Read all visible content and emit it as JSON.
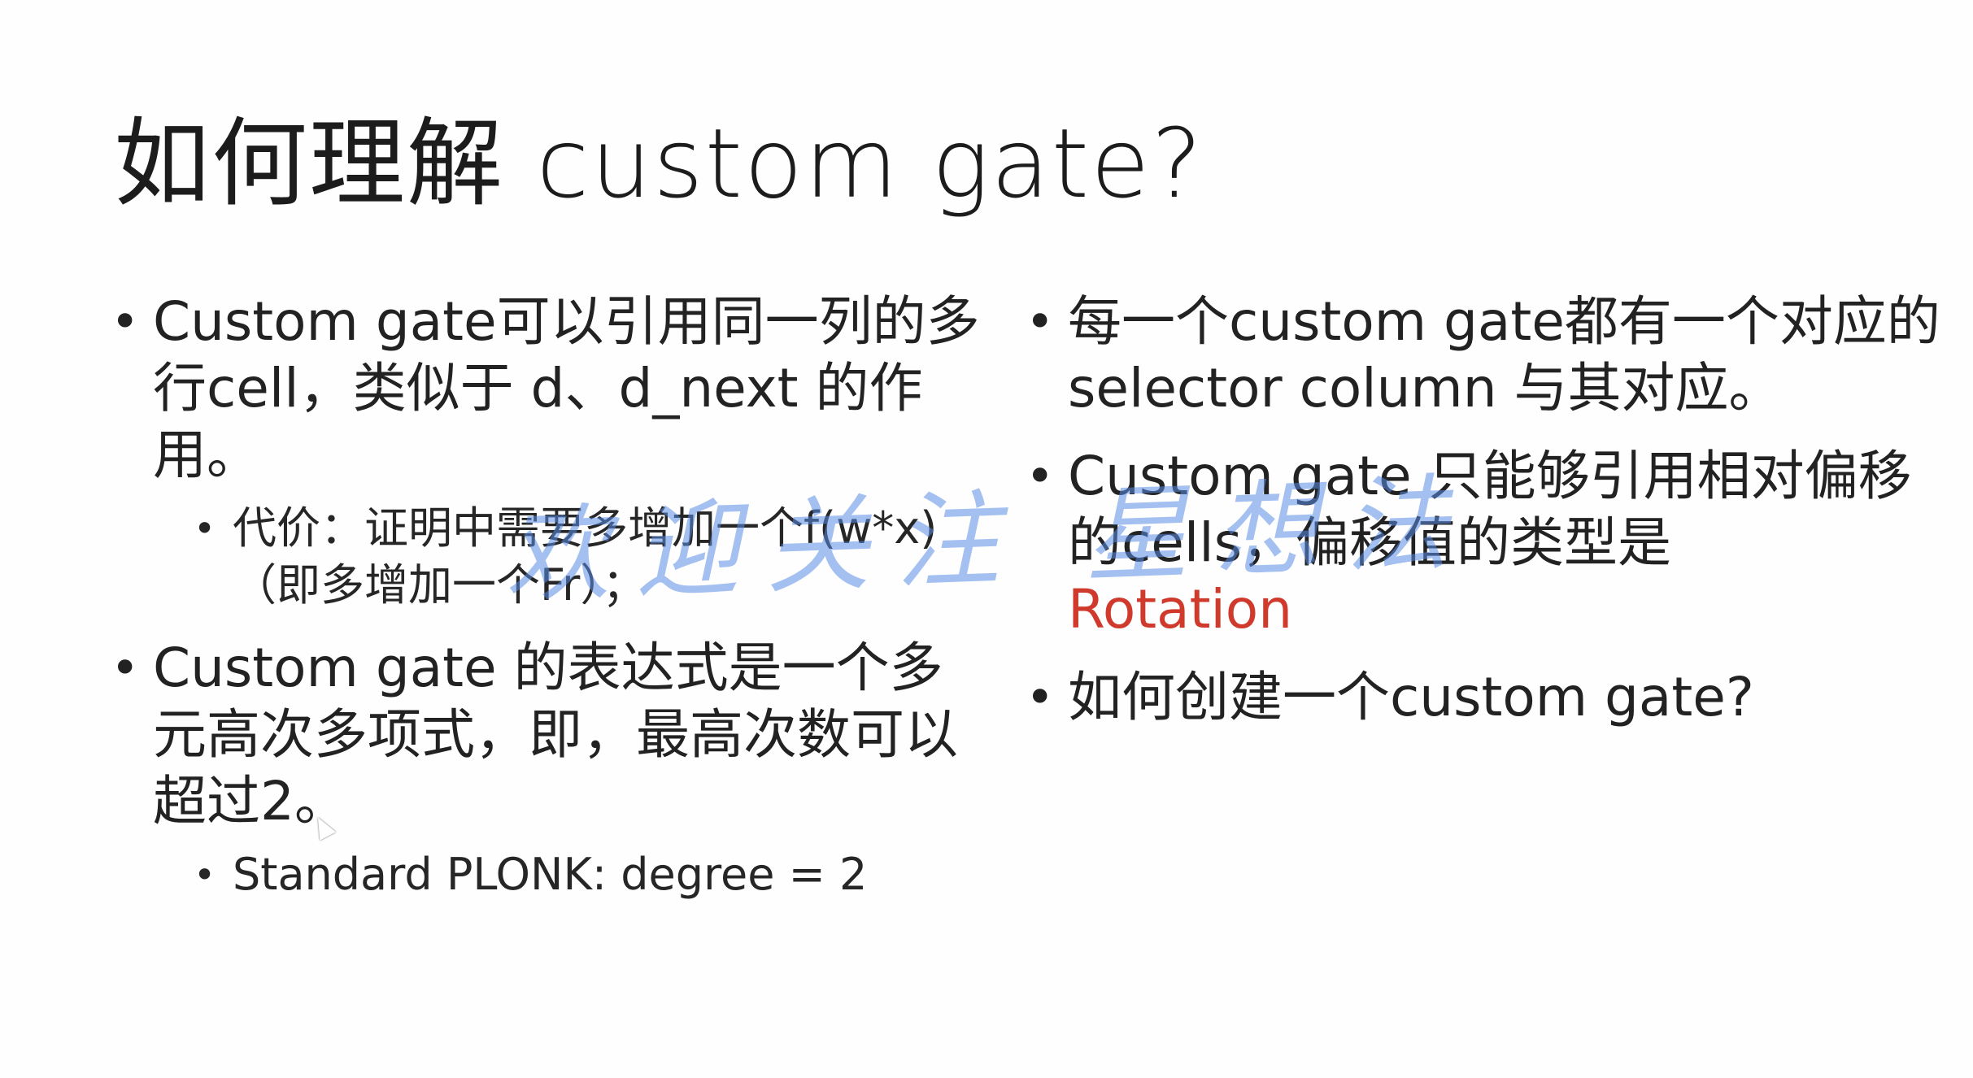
{
  "slide": {
    "title": "如何理解 custom gate?",
    "left_column": [
      {
        "text": "Custom gate可以引用同一列的多行cell，类似于 d、d_next 的作用。",
        "sub": [
          "代价：证明中需要多增加一个f(w*x)（即多增加一个Fr）；"
        ]
      },
      {
        "text": "Custom gate 的表达式是一个多元高次多项式，即，最高次数可以超过2。",
        "sub": [
          "Standard PLONK: degree = 2"
        ]
      }
    ],
    "right_column": [
      {
        "text": "每一个custom gate都有一个对应的 selector column 与其对应。"
      },
      {
        "text": "Custom gate 只能够引用相对偏移的cells，偏移值的类型是",
        "highlight": "Rotation"
      },
      {
        "text": "如何创建一个custom gate?"
      }
    ],
    "watermark": "欢迎关注 星想法",
    "bullet_glyph": "•",
    "highlight_color": "#d03a2c"
  }
}
